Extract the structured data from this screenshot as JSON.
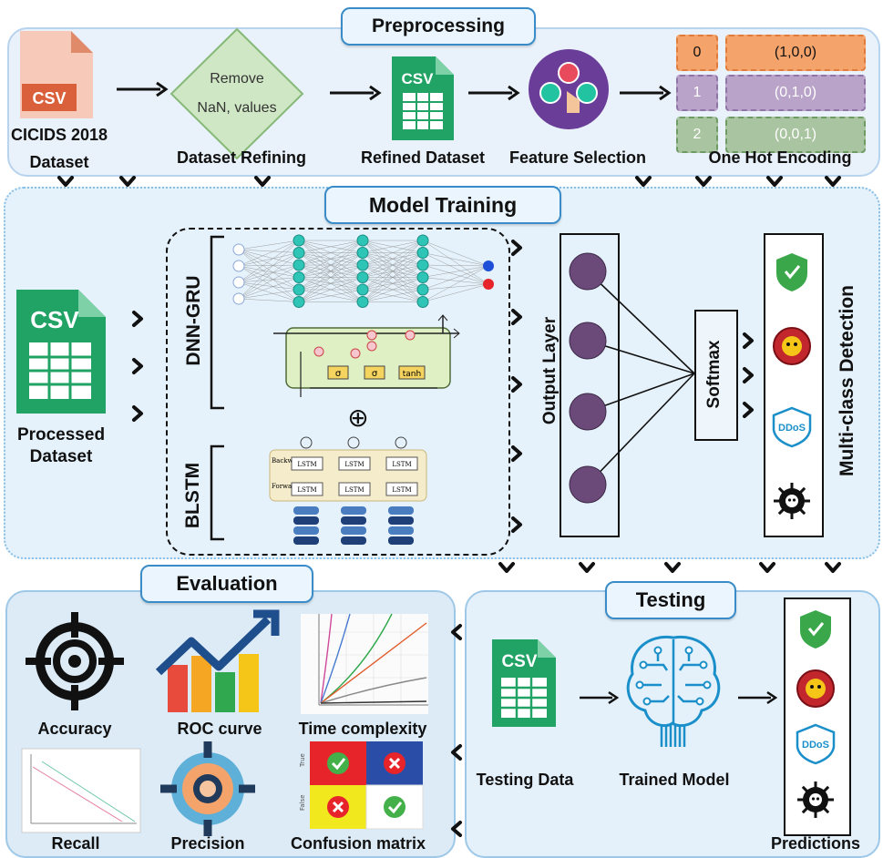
{
  "sections": {
    "preprocessing": "Preprocessing",
    "model_training": "Model Training",
    "evaluation": "Evaluation",
    "testing": "Testing"
  },
  "preprocessing": {
    "csv_icon_text": "CSV",
    "dataset_line1": "CICIDS 2018",
    "dataset_line2": "Dataset",
    "refining_line1": "Remove",
    "refining_line2": "NaN, values",
    "refining_label": "Dataset Refining",
    "refined_csv_text": "CSV",
    "refined_label": "Refined Dataset",
    "feature_label": "Feature Selection",
    "onehot_label": "One Hot Encoding",
    "onehot_rows": [
      {
        "index": "0",
        "vector": "(1,0,0)",
        "color": "#f4a46b"
      },
      {
        "index": "1",
        "vector": "(0,1,0)",
        "color": "#b9a3c9"
      },
      {
        "index": "2",
        "vector": "(0,0,1)",
        "color": "#a9c4a0"
      }
    ]
  },
  "training": {
    "csv_text": "CSV",
    "processed_line1": "Processed",
    "processed_line2": "Dataset",
    "dnn_gru": "DNN-GRU",
    "blstm": "BLSTM",
    "plus": "⊕",
    "output_layer": "Output Layer",
    "softmax": "Softmax",
    "multiclass": "Multi-class Detection",
    "ddos": "DDoS",
    "gru_gates": [
      "σ",
      "σ",
      "tanh"
    ],
    "lstm_cell": "LSTM",
    "backward_layer": "Backward layer",
    "forward_layer": "Forward layer"
  },
  "evaluation": {
    "accuracy": "Accuracy",
    "roc": "ROC curve",
    "time_complexity": "Time complexity",
    "recall": "Recall",
    "precision": "Precision",
    "confusion": "Confusion matrix",
    "cm_true": "True",
    "cm_false": "False"
  },
  "testing": {
    "csv_text": "CSV",
    "testing_data": "Testing Data",
    "trained_model": "Trained Model",
    "predictions": "Predictions",
    "ddos": "DDoS"
  },
  "colors": {
    "csv_orange": "#d9603b",
    "csv_green": "#21a366",
    "teal_node": "#2ec4b6",
    "purple_node": "#6b4a7a",
    "tab_border": "#3a8cc8",
    "shield_green": "#3aa84a",
    "brain_blue": "#1a8fc9"
  }
}
